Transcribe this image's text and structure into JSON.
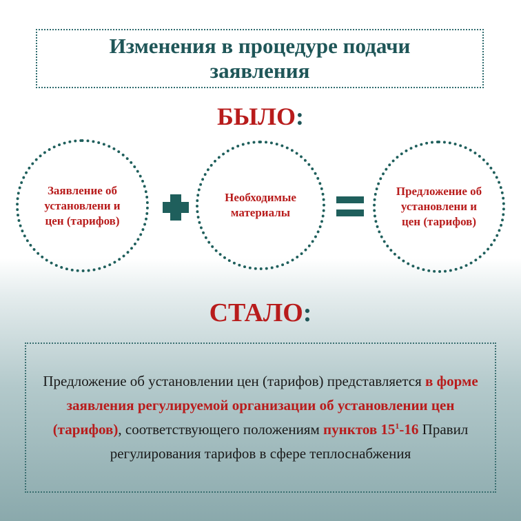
{
  "header": {
    "title": "Изменения в процедуре подачи заявления"
  },
  "before": {
    "heading": "БЫЛО",
    "colon": ":",
    "circles": [
      {
        "text": "Заявление об установлени и цен (тарифов)"
      },
      {
        "text": "Необходимые материалы"
      },
      {
        "text": "Предложение об установлени и цен (тарифов)"
      }
    ],
    "operators": [
      "plus-icon",
      "equals-icon"
    ]
  },
  "after": {
    "heading": "СТАЛО",
    "colon": ":",
    "text": {
      "part1": "Предложение об установлении цен (тарифов) представляется ",
      "highlight1": "в форме заявления регулируемой организации об установлении цен (тарифов)",
      "part2": ", соответствующего положениям ",
      "highlight2_pre": "пунктов 15",
      "highlight2_sup": "1",
      "highlight2_post": "-16",
      "part3": " Правил регулирования тарифов в сфере теплоснабжения"
    }
  },
  "colors": {
    "accent_red": "#b81c1c",
    "accent_teal": "#1f5658",
    "dotted_border": "#1f5f5c"
  }
}
